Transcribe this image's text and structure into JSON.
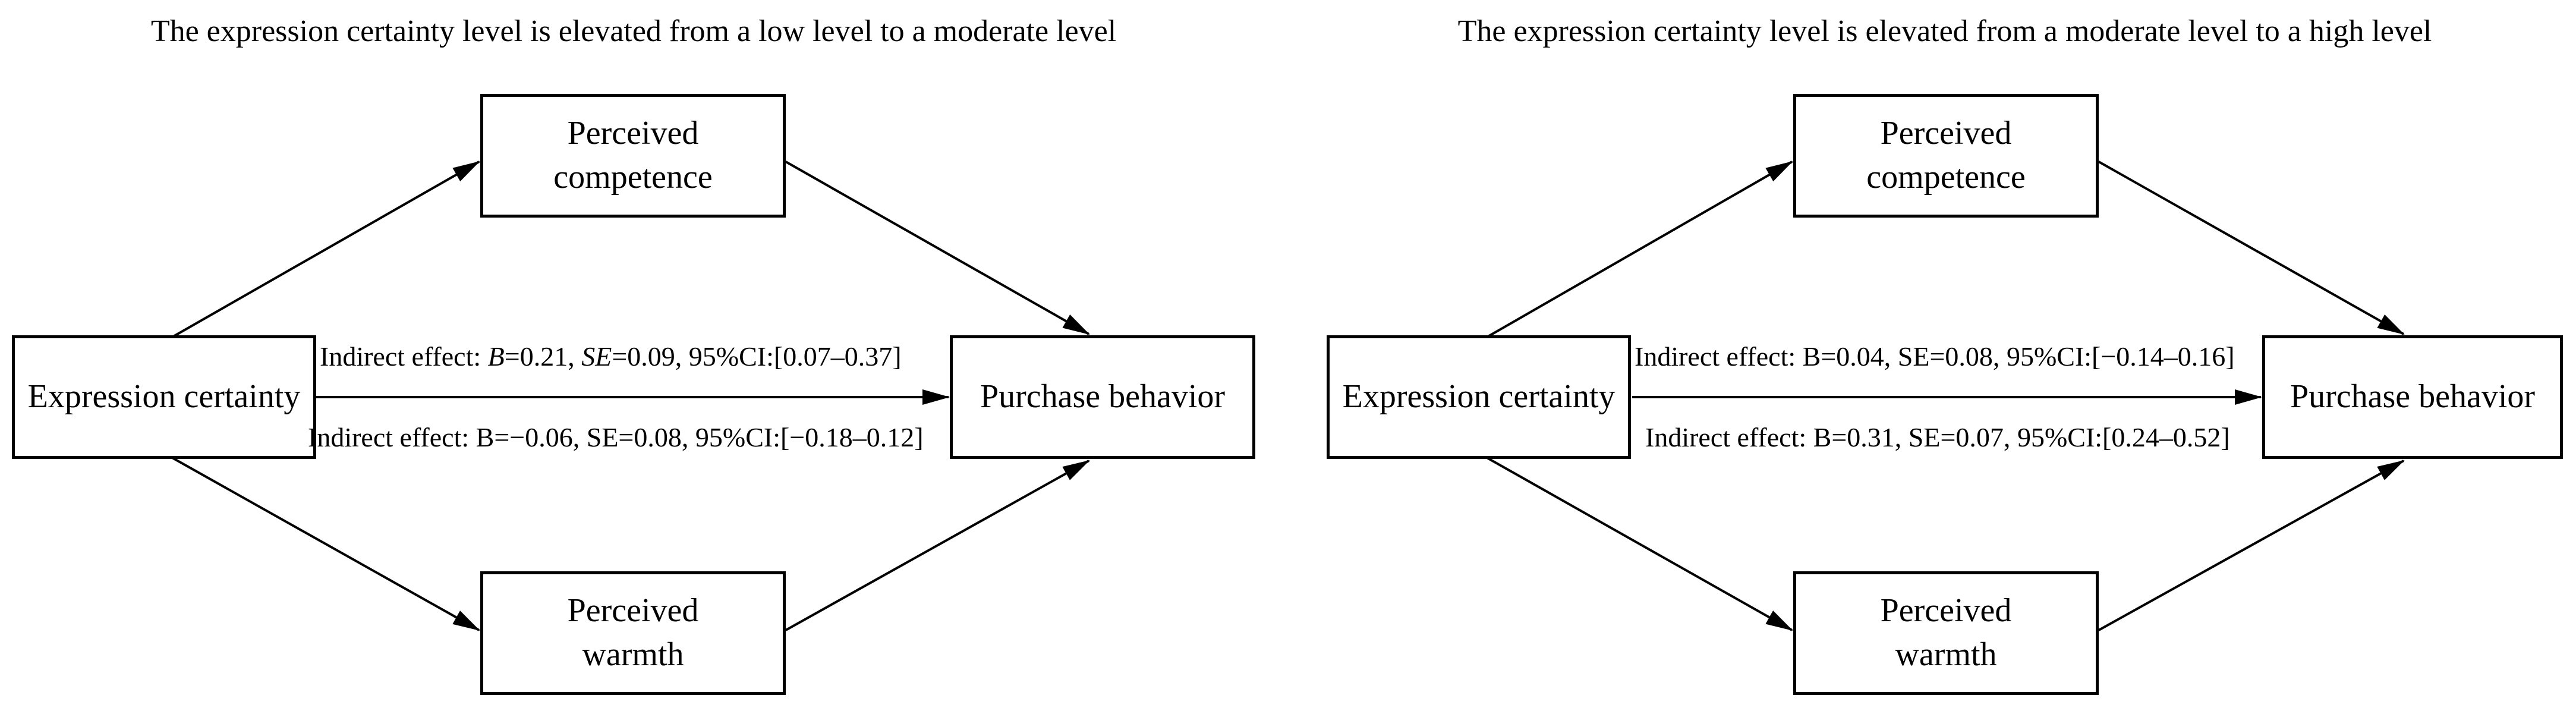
{
  "figure": {
    "background": "#ffffff",
    "ink": "#000000"
  },
  "diagrams": [
    {
      "id": "low-to-moderate",
      "title": "The expression certainty level is elevated from a low level to a moderate level",
      "nodes": {
        "predictor": "Expression certainty",
        "mediator_top": "Perceived competence",
        "mediator_bottom": "Perceived warmth",
        "outcome": "Purchase behavior"
      },
      "effects": {
        "upper": {
          "prefix": "Indirect effect: ",
          "b_symbol": "B",
          "b_rest": "=0.21, ",
          "se_symbol": "SE",
          "se_rest": "=0.09, ",
          "ci": "95%CI:[0.07–0.37]"
        },
        "lower": {
          "prefix": "Indirect effect: ",
          "b_symbol": "B",
          "b_rest": "=−0.06, ",
          "se_symbol": "SE",
          "se_rest": "=0.08, ",
          "ci": "95%CI:[−0.18–0.12]"
        }
      }
    },
    {
      "id": "moderate-to-high",
      "title": "The expression certainty level is elevated from a moderate level to a high level",
      "nodes": {
        "predictor": "Expression certainty",
        "mediator_top": "Perceived competence",
        "mediator_bottom": "Perceived warmth",
        "outcome": "Purchase behavior"
      },
      "effects": {
        "upper": {
          "prefix": "Indirect effect: ",
          "b_symbol": "B",
          "b_rest": "=0.04, ",
          "se_symbol": "SE",
          "se_rest": "=0.08, ",
          "ci": "95%CI:[−0.14–0.16]"
        },
        "lower": {
          "prefix": "Indirect effect: ",
          "b_symbol": "B",
          "b_rest": "=0.31, ",
          "se_symbol": "SE",
          "se_rest": "=0.07, ",
          "ci": "95%CI:[0.24–0.52]"
        }
      }
    }
  ]
}
